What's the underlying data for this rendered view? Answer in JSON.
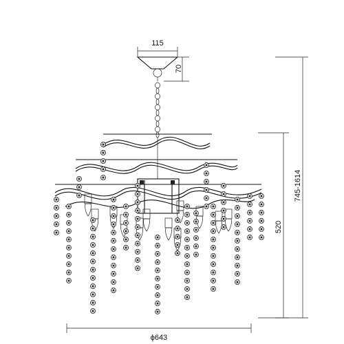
{
  "dimensions": {
    "canopy_width": "115",
    "canopy_height": "70",
    "overall_height": "745-1614",
    "body_height": "520",
    "diameter": "ϕ643"
  }
}
